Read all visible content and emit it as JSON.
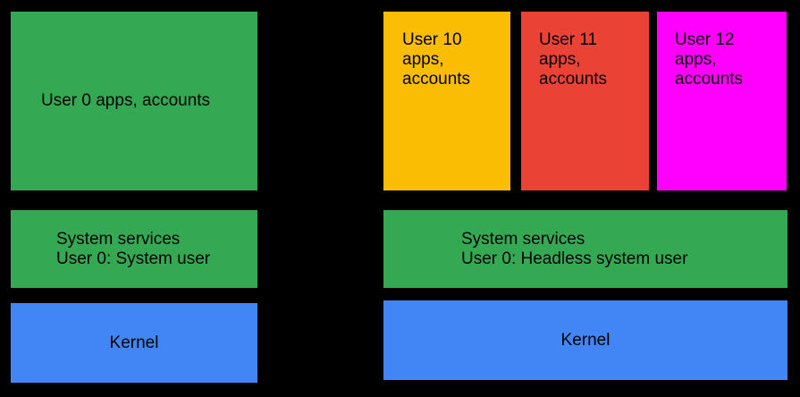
{
  "colors": {
    "background": "#000000",
    "text": "#000000",
    "green": "#34A853",
    "blue": "#4285F4",
    "yellow": "#FBBC04",
    "red": "#EA4335",
    "magenta": "#FF00FF"
  },
  "left_stack": {
    "user0_apps": {
      "label": "User 0 apps, accounts"
    },
    "system_services": {
      "label": "System services\nUser 0: System user"
    },
    "kernel": {
      "label": "Kernel"
    }
  },
  "right_stack": {
    "user10_apps": {
      "label": "User 10\napps,\naccounts"
    },
    "user11_apps": {
      "label": "User 11\napps,\naccounts"
    },
    "user12_apps": {
      "label": "User 12\napps,\naccounts"
    },
    "system_services": {
      "label": "System services\nUser 0: Headless system user"
    },
    "kernel": {
      "label": "Kernel"
    }
  }
}
